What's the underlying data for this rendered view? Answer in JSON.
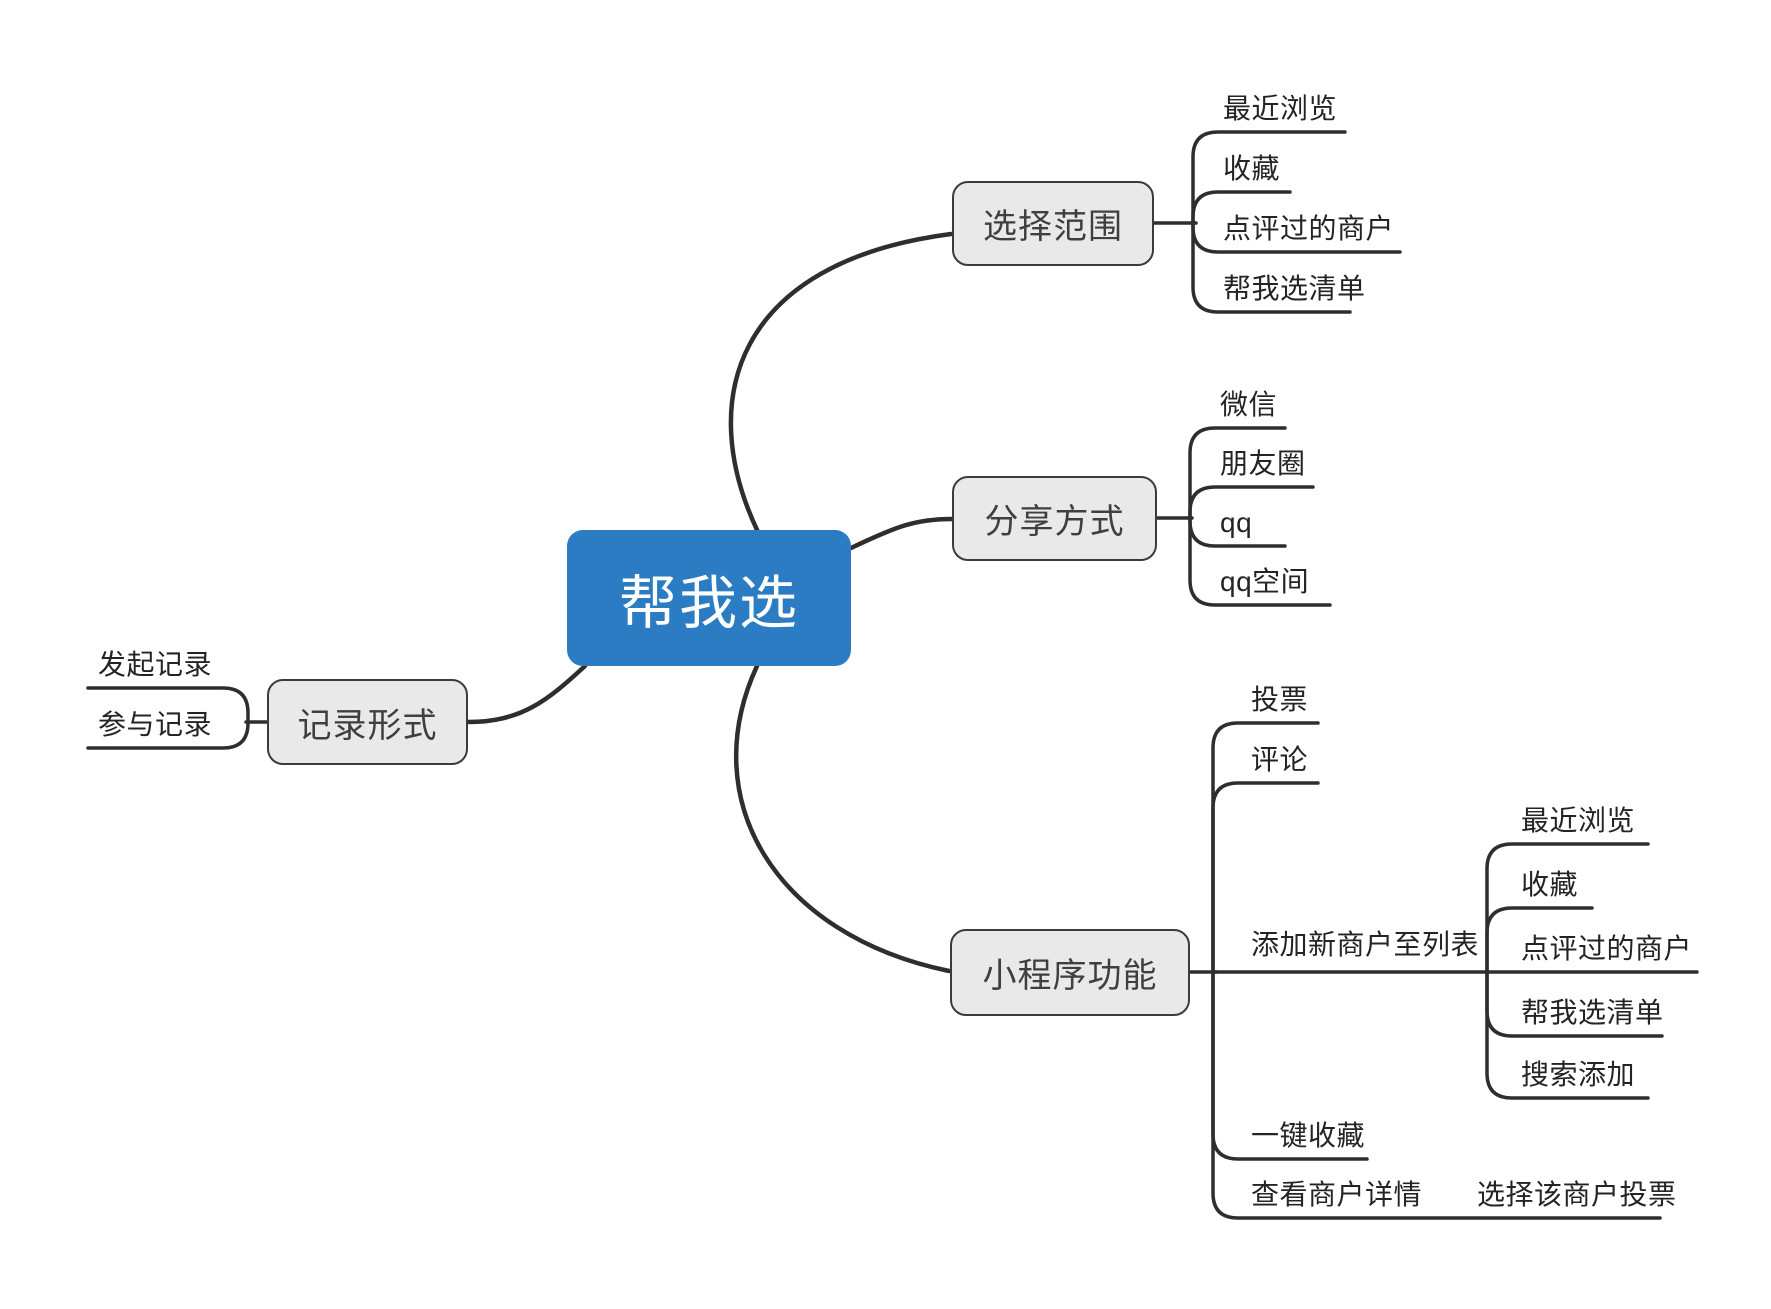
{
  "root": {
    "label": "帮我选"
  },
  "branches": [
    {
      "label": "选择范围",
      "children": [
        {
          "label": "最近浏览"
        },
        {
          "label": "收藏"
        },
        {
          "label": "点评过的商户"
        },
        {
          "label": "帮我选清单"
        }
      ]
    },
    {
      "label": "分享方式",
      "children": [
        {
          "label": "微信"
        },
        {
          "label": "朋友圈"
        },
        {
          "label": "qq"
        },
        {
          "label": "qq空间"
        }
      ]
    },
    {
      "label": "记录形式",
      "children": [
        {
          "label": "发起记录"
        },
        {
          "label": "参与记录"
        }
      ]
    },
    {
      "label": "小程序功能",
      "children": [
        {
          "label": "投票"
        },
        {
          "label": "评论"
        },
        {
          "label": "添加新商户至列表",
          "children": [
            {
              "label": "最近浏览"
            },
            {
              "label": "收藏"
            },
            {
              "label": "点评过的商户"
            },
            {
              "label": "帮我选清单"
            },
            {
              "label": "搜索添加"
            }
          ]
        },
        {
          "label": "一键收藏"
        },
        {
          "label": "查看商户详情",
          "children": [
            {
              "label": "选择该商户投票"
            }
          ]
        }
      ]
    }
  ],
  "colors": {
    "root_fill": "#2b7cc2",
    "root_text": "#ffffff",
    "branch_fill": "#e9e9e9",
    "branch_border": "#3b3b3b",
    "line": "#2e2e2e",
    "leaf_text": "#242424"
  }
}
